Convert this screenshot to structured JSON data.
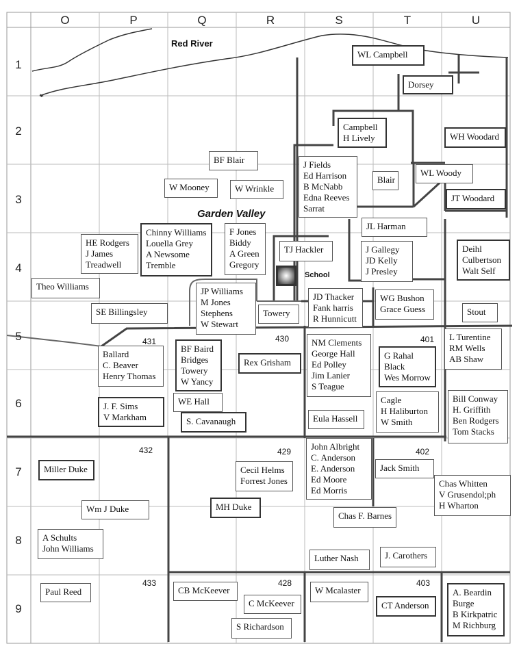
{
  "columns": [
    "O",
    "P",
    "Q",
    "R",
    "S",
    "T",
    "U"
  ],
  "rows": [
    "1",
    "2",
    "3",
    "4",
    "5",
    "6",
    "7",
    "8",
    "9"
  ],
  "labels": {
    "river": "Red River",
    "valley": "Garden Valley",
    "school": "School"
  },
  "sections": [
    "431",
    "430",
    "401",
    "432",
    "429",
    "402",
    "433",
    "428",
    "403"
  ],
  "owners": {
    "wl_campbell": [
      "WL Campbell"
    ],
    "dorsey": [
      "Dorsey"
    ],
    "campbell_lively": [
      "Campbell",
      "H Lively"
    ],
    "wh_woodard": [
      "WH Woodard"
    ],
    "bf_blair": [
      "BF Blair"
    ],
    "fields_group": [
      "J Fields",
      "Ed Harrison",
      "B McNabb",
      "Edna Reeves",
      "Sarrat"
    ],
    "blair": [
      "Blair"
    ],
    "wl_woody": [
      "WL Woody"
    ],
    "w_mooney": [
      "W Mooney"
    ],
    "w_wrinkle": [
      "W Wrinkle"
    ],
    "jt_woodard": [
      "JT Woodard"
    ],
    "jl_harman": [
      "JL Harman"
    ],
    "rodgers_group": [
      "HE Rodgers",
      "J James",
      "Treadwell"
    ],
    "chinny_group": [
      "Chinny Williams",
      "Louella Grey",
      "A Newsome",
      "Tremble"
    ],
    "fjones_group": [
      "F Jones",
      "Biddy",
      "A Green",
      "Gregory"
    ],
    "tj_hackler": [
      "TJ Hackler"
    ],
    "gallegy_group": [
      "J Gallegy",
      "JD Kelly",
      "J Presley"
    ],
    "deihl_group": [
      "Deihl",
      "Culbertson",
      "Walt Self"
    ],
    "theo_williams": [
      "Theo Williams"
    ],
    "jpw_group": [
      "JP Williams",
      "M Jones",
      "Stephens",
      "W Stewart"
    ],
    "thacker_group": [
      "JD Thacker",
      "Fank harris",
      "R Hunnicutt"
    ],
    "bushon_group": [
      "WG Bushon",
      "Grace Guess"
    ],
    "se_billingsley": [
      "SE Billingsley"
    ],
    "towery1": [
      "Towery"
    ],
    "stout": [
      "Stout"
    ],
    "turentine_group": [
      "L Turentine",
      "RM  Wells",
      "AB Shaw"
    ],
    "ballard_group": [
      "Ballard",
      "C. Beaver",
      "Henry Thomas"
    ],
    "baird_group": [
      "BF Baird",
      "Bridges",
      "Towery",
      "W Yancy"
    ],
    "rex_grisham": [
      "Rex Grisham"
    ],
    "clements_group": [
      "NM Clements",
      "George Hall",
      "Ed Polley",
      "Jim Lanier",
      "S Teague"
    ],
    "rahal_group": [
      "G Rahal",
      "Black",
      "Wes Morrow"
    ],
    "sims_group": [
      "J. F. Sims",
      "V Markham"
    ],
    "we_hall": [
      "WE Hall"
    ],
    "cavanaugh": [
      "S. Cavanaugh"
    ],
    "eula_hassell": [
      "Eula Hassell"
    ],
    "cagle_group": [
      "Cagle",
      "H Haliburton",
      "W Smith"
    ],
    "conway_group": [
      "Bill Conway",
      "H. Griffith",
      "Ben Rodgers",
      "Tom Stacks"
    ],
    "miller_duke": [
      "Miller Duke"
    ],
    "albright_group": [
      "John Albright",
      "C. Anderson",
      "E. Anderson",
      "Ed Moore",
      "Ed Morris"
    ],
    "helms_group": [
      "Cecil Helms",
      "Forrest Jones"
    ],
    "jack_smith": [
      "Jack Smith"
    ],
    "whitten_group": [
      "Chas  Whitten",
      "V Grusendol;ph",
      "H Wharton"
    ],
    "wm_j_duke": [
      "Wm J Duke"
    ],
    "mh_duke": [
      "MH Duke"
    ],
    "chas_barnes": [
      "Chas F. Barnes"
    ],
    "schults_group": [
      "A Schults",
      "John Williams"
    ],
    "luther_nash": [
      "Luther Nash"
    ],
    "j_carothers": [
      "J. Carothers"
    ],
    "paul_reed": [
      "Paul Reed"
    ],
    "cb_mckeever": [
      "CB McKeever"
    ],
    "w_mcalaster": [
      "W Mcalaster"
    ],
    "c_mckeever": [
      "C McKeever"
    ],
    "ct_anderson": [
      "CT Anderson"
    ],
    "beardin_group": [
      "A. Beardin",
      "Burge",
      "B Kirkpatric",
      "M Richburg"
    ],
    "s_richardson": [
      "S Richardson"
    ]
  }
}
